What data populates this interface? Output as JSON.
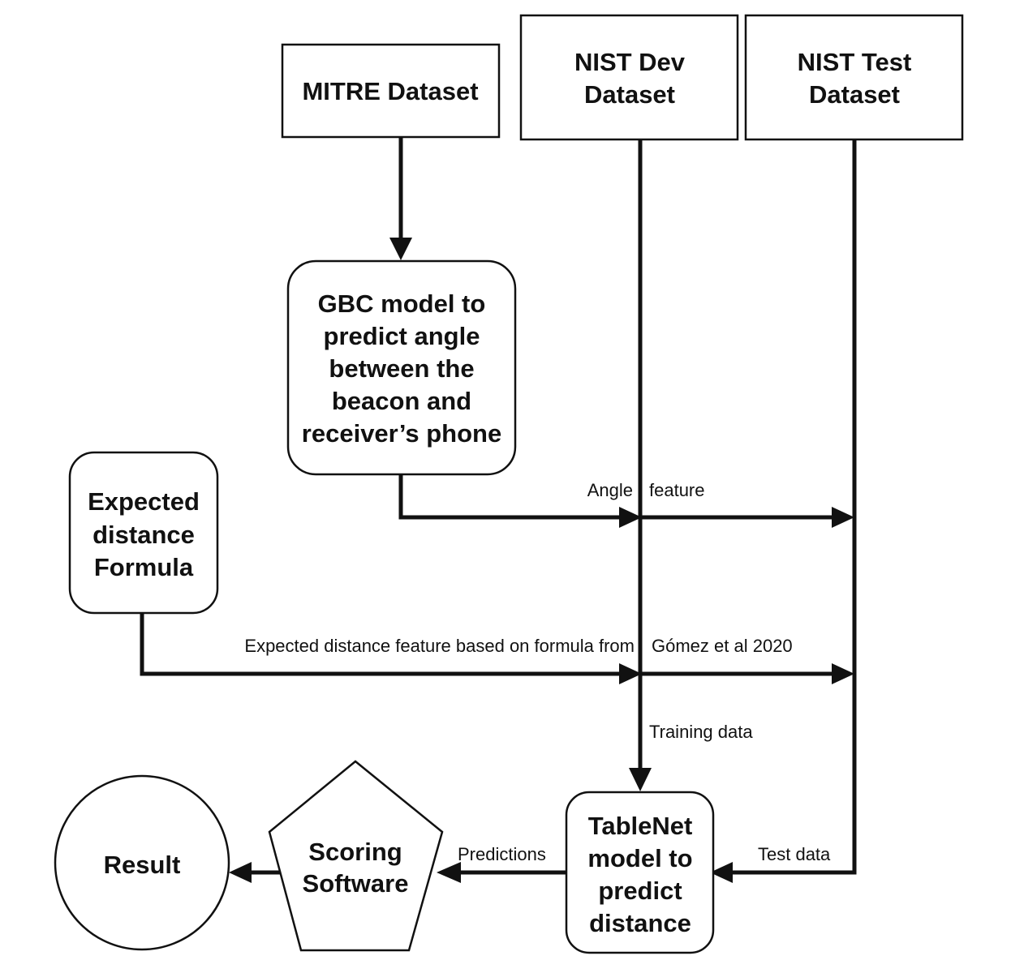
{
  "nodes": {
    "mitre": {
      "lines": [
        "MITRE Dataset"
      ]
    },
    "nist_dev": {
      "lines": [
        "NIST Dev",
        "Dataset"
      ]
    },
    "nist_test": {
      "lines": [
        "NIST Test",
        "Dataset"
      ]
    },
    "gbc": {
      "lines": [
        "GBC model to",
        "predict angle",
        "between the",
        "beacon and",
        "receiver’s phone"
      ]
    },
    "expected": {
      "lines": [
        "Expected",
        "distance",
        "Formula"
      ]
    },
    "tablenet": {
      "lines": [
        "TableNet",
        "model to",
        "predict",
        "distance"
      ]
    },
    "scoring": {
      "lines": [
        "Scoring",
        "Software"
      ]
    },
    "result": {
      "lines": [
        "Result"
      ]
    }
  },
  "edges": {
    "angle_left": "Angle",
    "angle_right": "feature",
    "expected_left": "Expected distance feature based on formula from",
    "expected_right": "Gómez et al 2020",
    "training": "Training data",
    "test": "Test data",
    "predictions": "Predictions"
  }
}
